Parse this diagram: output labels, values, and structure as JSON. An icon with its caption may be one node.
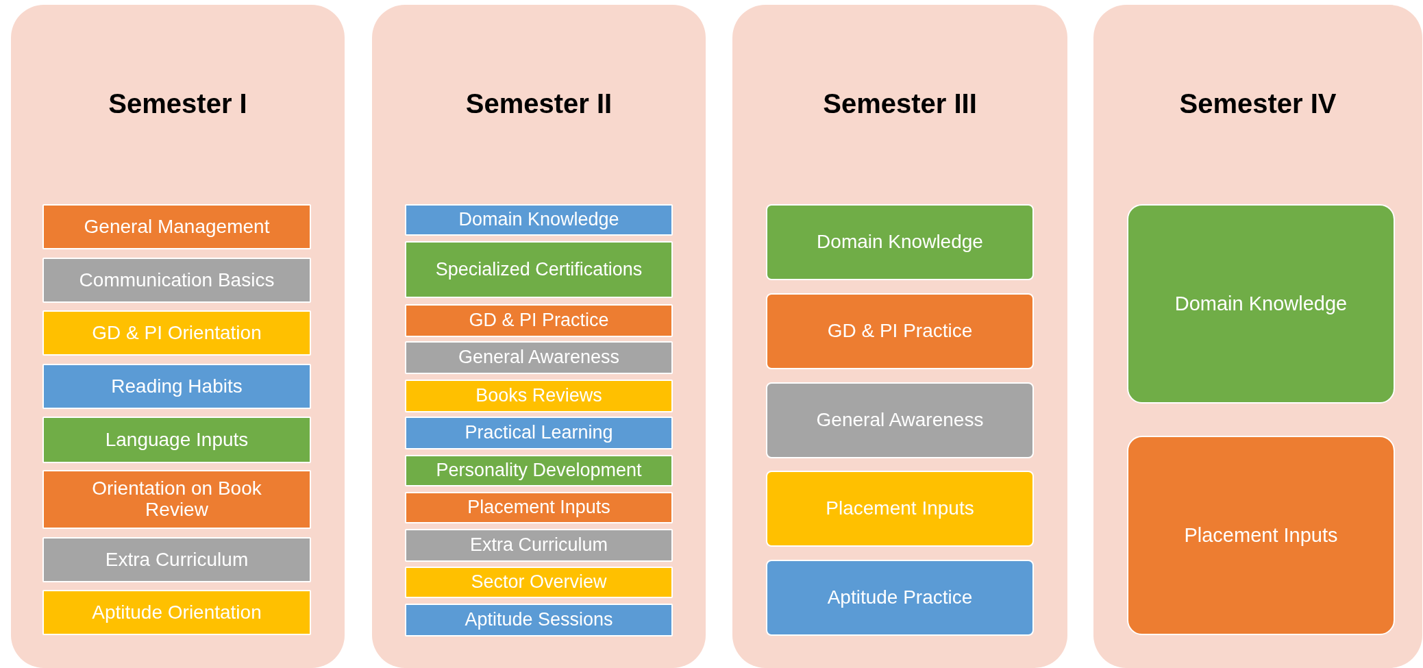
{
  "diagram": {
    "nodes": [
      {
        "text": [
          "Semester I"
        ]
      },
      {
        "text": [
          "General Management"
        ],
        "in": 0
      },
      {
        "text": [
          "Communication Basics"
        ],
        "in": 0
      },
      {
        "text": [
          "GD & PI Orientation"
        ],
        "in": 0
      },
      {
        "text": [
          "Reading Habits"
        ],
        "in": 0
      },
      {
        "text": [
          "Language Inputs"
        ],
        "in": 0
      },
      {
        "text": [
          "Orientation on Book Review"
        ],
        "in": 0
      },
      {
        "text": [
          "Extra Curriculum"
        ],
        "in": 0
      },
      {
        "text": [
          "Aptitude Orientation"
        ],
        "in": 0
      },
      {
        "text": [
          "Semester II"
        ]
      },
      {
        "text": [
          "Domain Knowledge"
        ],
        "in": 9
      },
      {
        "text": [
          "Specialized Certifications"
        ],
        "in": 9
      },
      {
        "text": [
          "GD & PI Practice"
        ],
        "in": 9
      },
      {
        "text": [
          "General Awareness"
        ],
        "in": 9
      },
      {
        "text": [
          "Books Reviews"
        ],
        "in": 9
      },
      {
        "text": [
          "Practical Learning"
        ],
        "in": 9
      },
      {
        "text": [
          "Personality Development"
        ],
        "in": 9
      },
      {
        "text": [
          "Placement Inputs"
        ],
        "in": 9
      },
      {
        "text": [
          "Extra Curriculum"
        ],
        "in": 9
      },
      {
        "text": [
          "Sector Overview"
        ],
        "in": 9
      },
      {
        "text": [
          "Aptitude Sessions"
        ],
        "in": 9
      },
      {
        "text": [
          "Semester III"
        ]
      },
      {
        "text": [
          "Domain Knowledge"
        ],
        "in": 21
      },
      {
        "text": [
          "GD & PI Practice"
        ],
        "in": 21
      },
      {
        "text": [
          "General Awareness"
        ],
        "in": 21
      },
      {
        "text": [
          "Placement Inputs"
        ],
        "in": 21
      },
      {
        "text": [
          "Aptitude Practice"
        ],
        "in": 21
      },
      {
        "text": [
          "Semester IV"
        ]
      },
      {
        "text": [
          "Domain Knowledge"
        ],
        "in": 27
      },
      {
        "text": [
          "Placement Inputs"
        ],
        "in": 27
      }
    ],
    "edges": []
  }
}
